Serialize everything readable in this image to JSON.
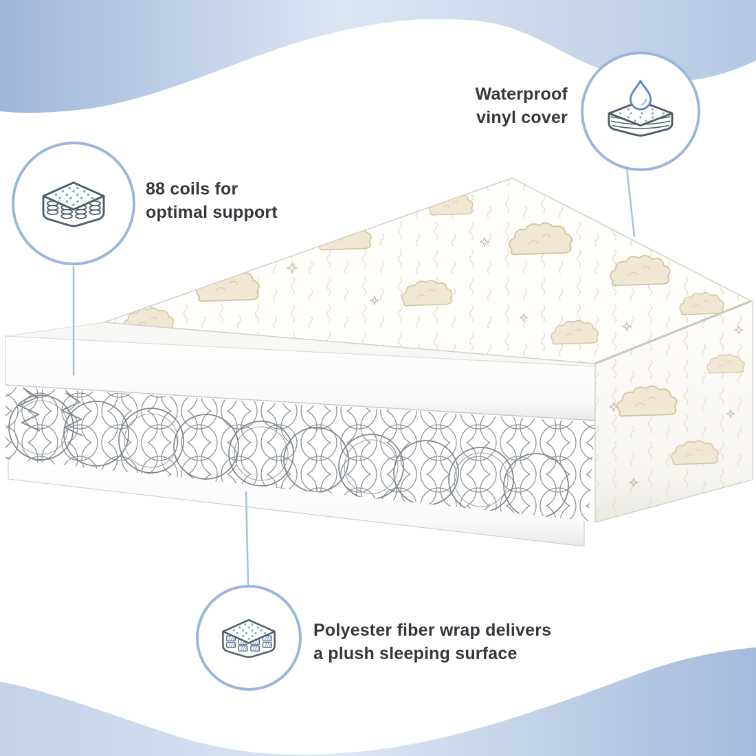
{
  "callouts": {
    "waterproof": {
      "icon": "waterproof-mattress-icon",
      "lines": [
        "Waterproof",
        "vinyl cover"
      ]
    },
    "coils": {
      "icon": "coil-mattress-icon",
      "lines": [
        "88 coils for",
        "optimal support"
      ]
    },
    "fiber": {
      "icon": "fiber-wrap-mattress-icon",
      "lines": [
        "Polyester fiber wrap delivers",
        "a plush sleeping surface"
      ]
    }
  },
  "illustration": {
    "name": "crib-mattress-cutaway",
    "description": "Cutaway crib mattress showing cloud-print quilted cover, innerspring coil layer between two white boards, and printed side panel"
  },
  "palette": {
    "wave_blue_dark": "#9fb6da",
    "wave_blue_light": "#dce6f2",
    "badge_ring": "#9bb6dd",
    "connector_blue": "#aac1e3",
    "icon_stroke": "#4f5e6d",
    "icon_dot_blue": "#7ca3d6",
    "droplet_blue": "#5d88c8",
    "spring_gray": "#8d9399",
    "cloud_fill": "#f1e8d4",
    "cloud_stroke": "#d5c5a0",
    "text_color": "#33383d"
  }
}
